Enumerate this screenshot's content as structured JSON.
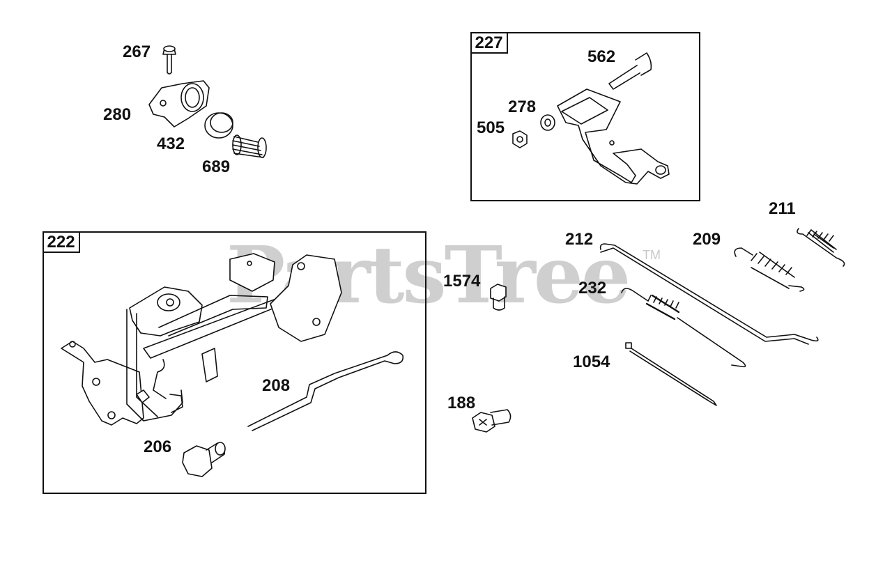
{
  "watermark": {
    "text": "PartsTree",
    "trademark": "TM"
  },
  "boxes": {
    "box_227": {
      "tag": "227"
    },
    "box_222": {
      "tag": "222"
    }
  },
  "labels": {
    "p267": "267",
    "p280": "280",
    "p432": "432",
    "p689": "689",
    "p562": "562",
    "p278": "278",
    "p505": "505",
    "p211": "211",
    "p212": "212",
    "p209": "209",
    "p1574": "1574",
    "p232": "232",
    "p1054": "1054",
    "p208": "208",
    "p188": "188",
    "p206": "206"
  }
}
